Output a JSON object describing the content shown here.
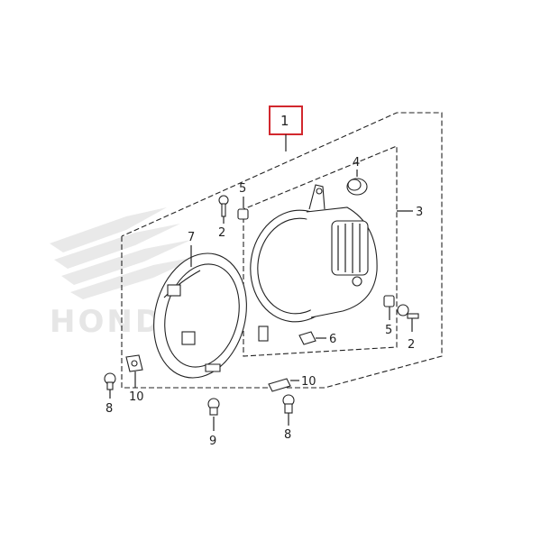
{
  "diagram": {
    "main_callout": "1",
    "callouts": {
      "c2a": "2",
      "c2b": "2",
      "c3": "3",
      "c4": "4",
      "c5a": "5",
      "c5b": "5",
      "c6": "6",
      "c7": "7",
      "c8a": "8",
      "c8b": "8",
      "c9": "9",
      "c10a": "10",
      "c10b": "10"
    },
    "watermark_text": "HONDA",
    "colors": {
      "highlight_box": "#d2282e",
      "line": "#222222",
      "watermark": "#e9e9e9"
    }
  }
}
